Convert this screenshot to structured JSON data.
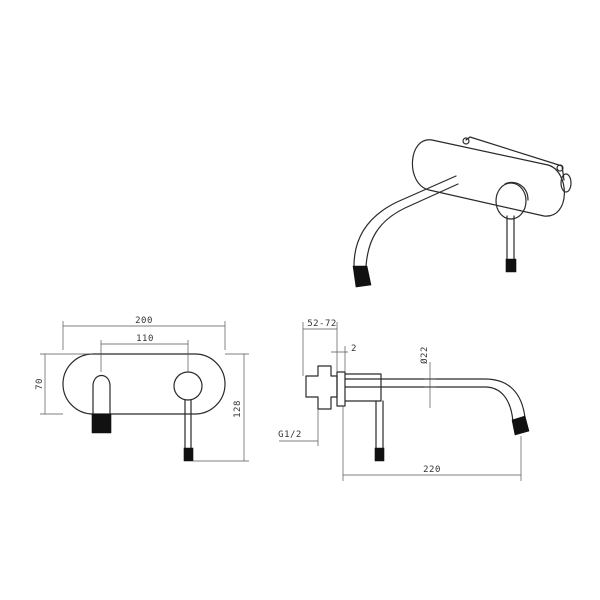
{
  "drawing": {
    "colors": {
      "line": "#2a2a2a",
      "dimension": "#555555",
      "fill": "#111111",
      "background": "#ffffff"
    },
    "dimensions": {
      "width_200": "200",
      "centers_110": "110",
      "height_70": "70",
      "height_128": "128",
      "depth_52_72": "52-72",
      "plate_2": "2",
      "diam_22": "Ø22",
      "thread_g12": "G1/2",
      "projection_220": "220"
    }
  }
}
